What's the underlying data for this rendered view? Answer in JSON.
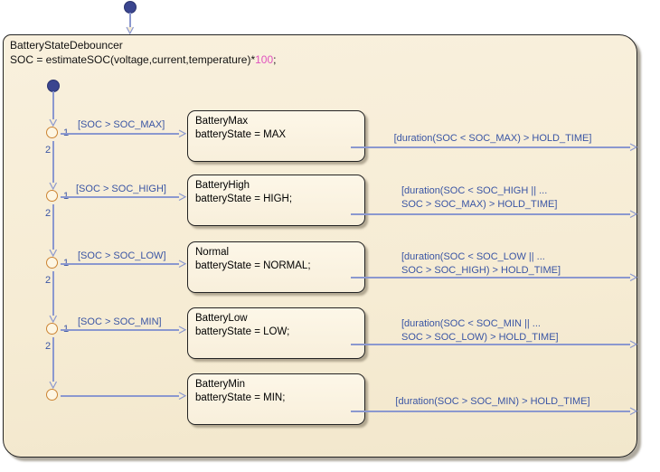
{
  "chart": {
    "name": "BatteryStateDebouncer",
    "action": {
      "pre": "SOC = estimateSOC(voltage,current,temperature)*",
      "literal": "100",
      "post": ";"
    }
  },
  "junction_labels": {
    "primary": "1",
    "secondary": "2"
  },
  "rows": [
    {
      "entry_condition": "[SOC > SOC_MAX]",
      "state_name": "BatteryMax",
      "state_action": "batteryState = MAX",
      "exit_condition_line1": "[duration(SOC < SOC_MAX) > HOLD_TIME]",
      "exit_condition_line2": ""
    },
    {
      "entry_condition": "[SOC > SOC_HIGH]",
      "state_name": "BatteryHigh",
      "state_action": "batteryState = HIGH;",
      "exit_condition_line1": "[duration(SOC < SOC_HIGH || ...",
      "exit_condition_line2": "SOC > SOC_MAX) > HOLD_TIME]"
    },
    {
      "entry_condition": "[SOC > SOC_LOW]",
      "state_name": "Normal",
      "state_action": "batteryState = NORMAL;",
      "exit_condition_line1": "[duration(SOC < SOC_LOW || ...",
      "exit_condition_line2": "SOC > SOC_HIGH) > HOLD_TIME]"
    },
    {
      "entry_condition": "[SOC > SOC_MIN]",
      "state_name": "BatteryLow",
      "state_action": "batteryState = LOW;",
      "exit_condition_line1": "[duration(SOC < SOC_MIN || ...",
      "exit_condition_line2": "SOC > SOC_LOW) > HOLD_TIME]"
    },
    {
      "entry_condition": "",
      "state_name": "BatteryMin",
      "state_action": "batteryState = MIN;",
      "exit_condition_line1": "[duration(SOC > SOC_MIN) > HOLD_TIME]",
      "exit_condition_line2": ""
    }
  ],
  "colors": {
    "chart_fill": "#f7edd7",
    "state_fill": "#fbf4e3",
    "state_border": "#232323",
    "transition_line": "#8b98cf",
    "transition_label": "#3a55a4",
    "junction_ring": "#cc8433",
    "default_transition_dot": "#3a458f",
    "numeric_literal": "#e051be"
  }
}
